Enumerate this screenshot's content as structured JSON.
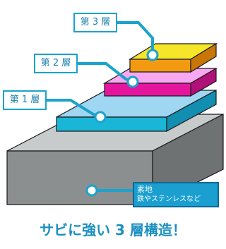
{
  "layers": {
    "layer3": {
      "label": "第 3 層",
      "color": "#f5e62a"
    },
    "layer2": {
      "label": "第 2 層",
      "color": "#f7a8f0"
    },
    "layer1": {
      "label": "第 1 層",
      "color": "#9fd6f2"
    }
  },
  "substrate": {
    "line1": "素地",
    "line2": "鉄やステンレスなど",
    "color": "#c7cbcc"
  },
  "headline": "サビに強い 3 層構造！",
  "colors": {
    "accent": "#1aa3cc",
    "substrate_front": "#8b8f90",
    "layer1_side": "#1ab6d8",
    "layer2_side": "#e6159f",
    "layer3_side": "#f29b12"
  }
}
